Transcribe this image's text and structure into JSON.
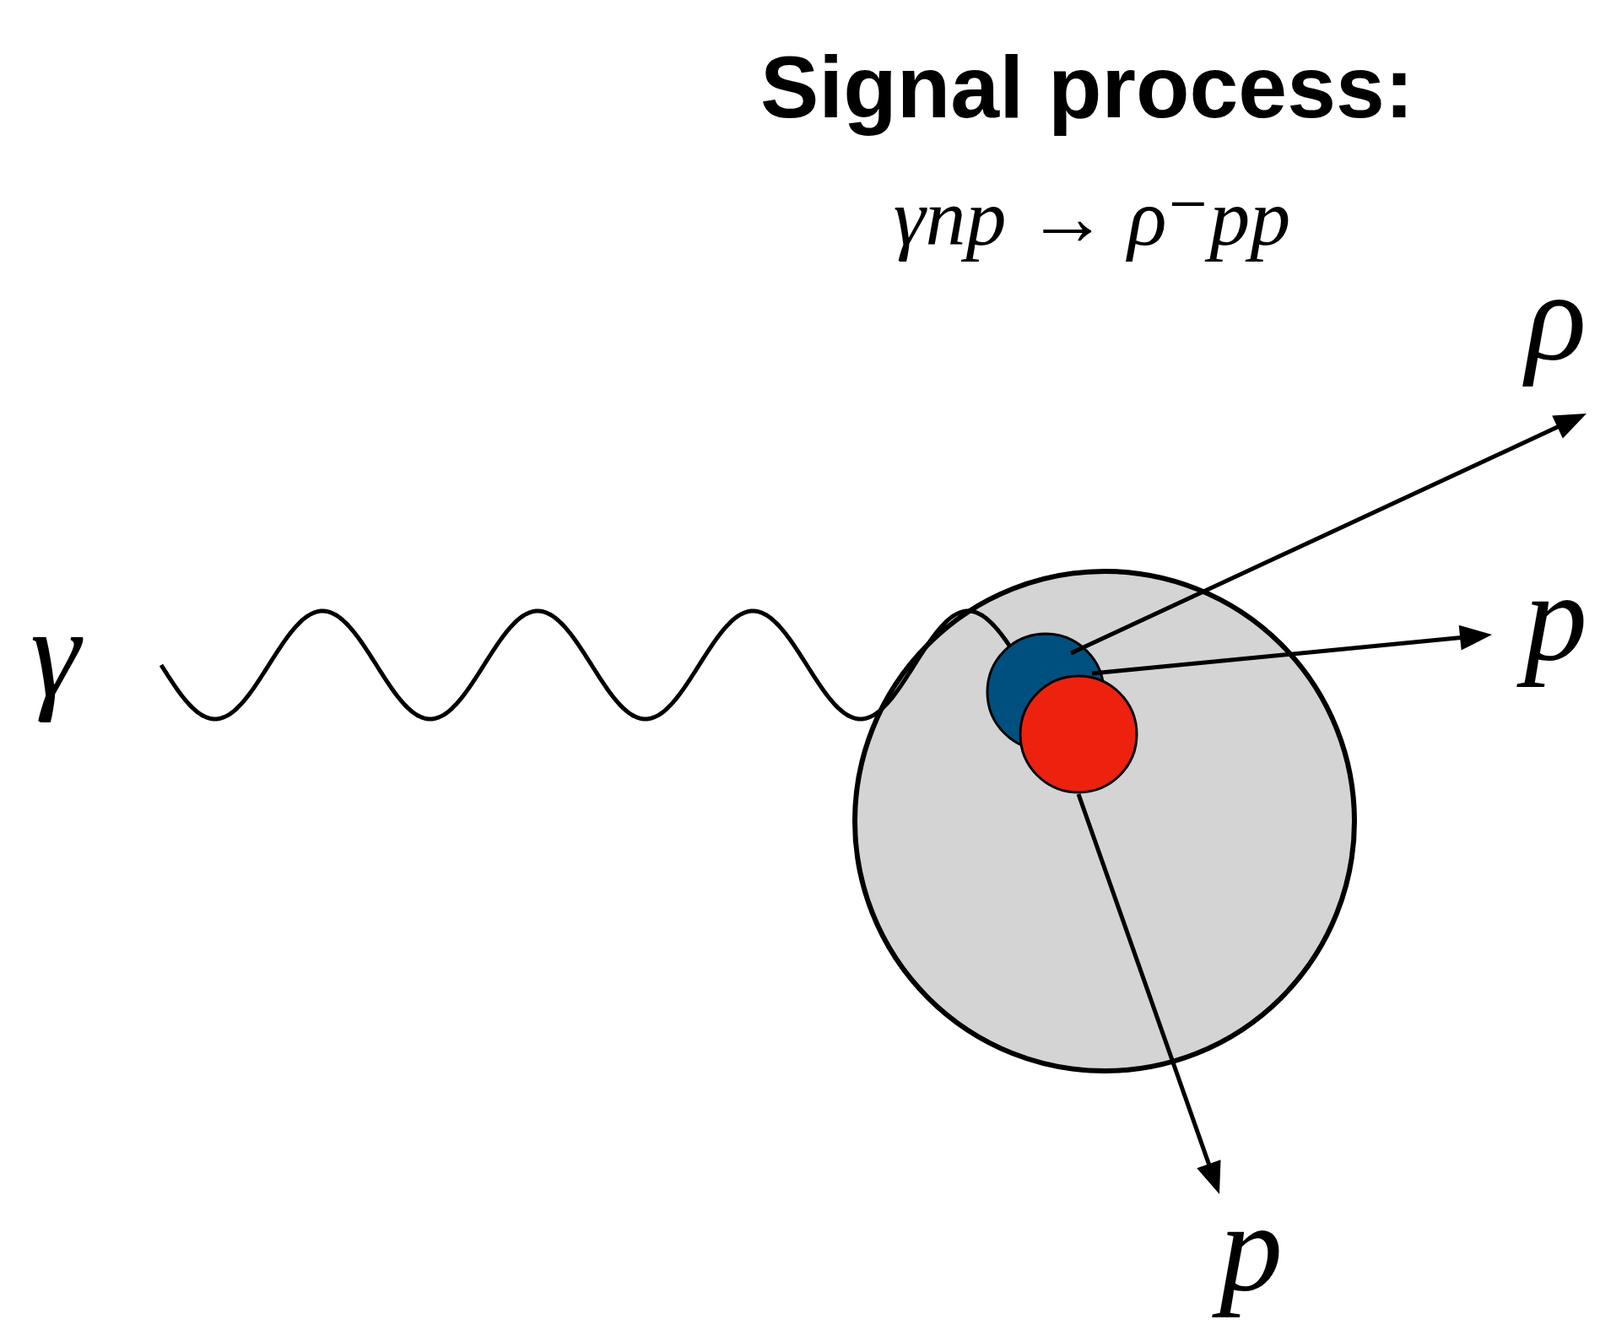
{
  "diagram": {
    "title": "Signal process:",
    "labels": [
      "γnp → ρ⁻pp",
      "ρ",
      "γ",
      "p",
      "p"
    ]
  }
}
